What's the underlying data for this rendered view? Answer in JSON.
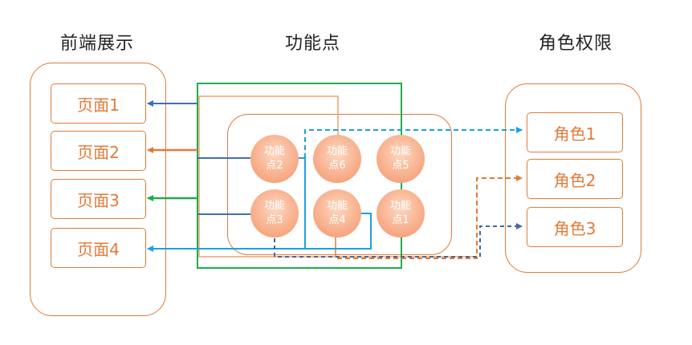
{
  "headings": {
    "frontend": "前端展示",
    "features": "功能点",
    "roles": "角色权限"
  },
  "pages": [
    "页面1",
    "页面2",
    "页面3",
    "页面4"
  ],
  "nodes": [
    {
      "line1": "功能",
      "line2": "点2"
    },
    {
      "line1": "功能",
      "line2": "点6"
    },
    {
      "line1": "功能",
      "line2": "点5"
    },
    {
      "line1": "功能",
      "line2": "点3"
    },
    {
      "line1": "功能",
      "line2": "点4"
    },
    {
      "line1": "功能",
      "line2": "点1"
    }
  ],
  "roles": [
    "角色1",
    "角色2",
    "角色3"
  ],
  "colors": {
    "orange": "#e07b39",
    "blue": "#3f6fb6",
    "green": "#1fad4e",
    "cyan": "#1ba1e2",
    "darkblue": "#43679e"
  }
}
